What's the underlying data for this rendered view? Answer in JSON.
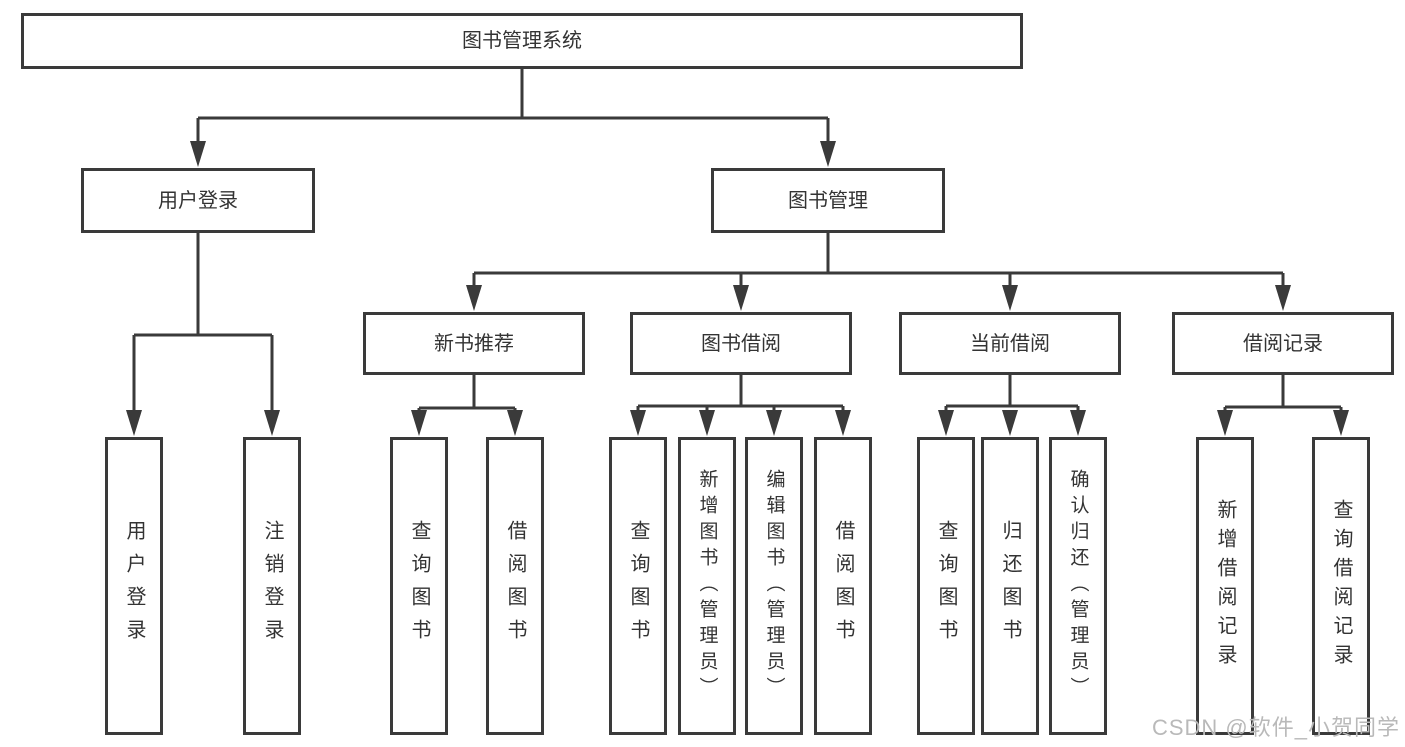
{
  "title": "图书管理系统",
  "nodes": {
    "root": "图书管理系统",
    "user_login": "用户登录",
    "book_management": "图书管理",
    "new_book_recommend": "新书推荐",
    "book_borrowing": "图书借阅",
    "current_borrowing": "当前借阅",
    "borrowing_records": "借阅记录",
    "leaf_user_login": "用户登录",
    "leaf_logout": "注销登录",
    "leaf_query_books_recommend": "查询图书",
    "leaf_borrow_books_recommend": "借阅图书",
    "leaf_query_books_borrowing": "查询图书",
    "leaf_add_book_admin": "新增图书（管理员）",
    "leaf_edit_book_admin": "编辑图书（管理员）",
    "leaf_borrow_books_borrowing": "借阅图书",
    "leaf_query_books_current": "查询图书",
    "leaf_return_books": "归还图书",
    "leaf_confirm_return_admin": "确认归还（管理员）",
    "leaf_add_borrow_record": "新增借阅记录",
    "leaf_query_borrow_record": "查询借阅记录"
  },
  "watermark": "CSDN @软件_小贺同学",
  "colors": {
    "line": "#3a3a3a",
    "text": "#333333",
    "background": "#ffffff",
    "watermark": "#b9b9b9"
  }
}
